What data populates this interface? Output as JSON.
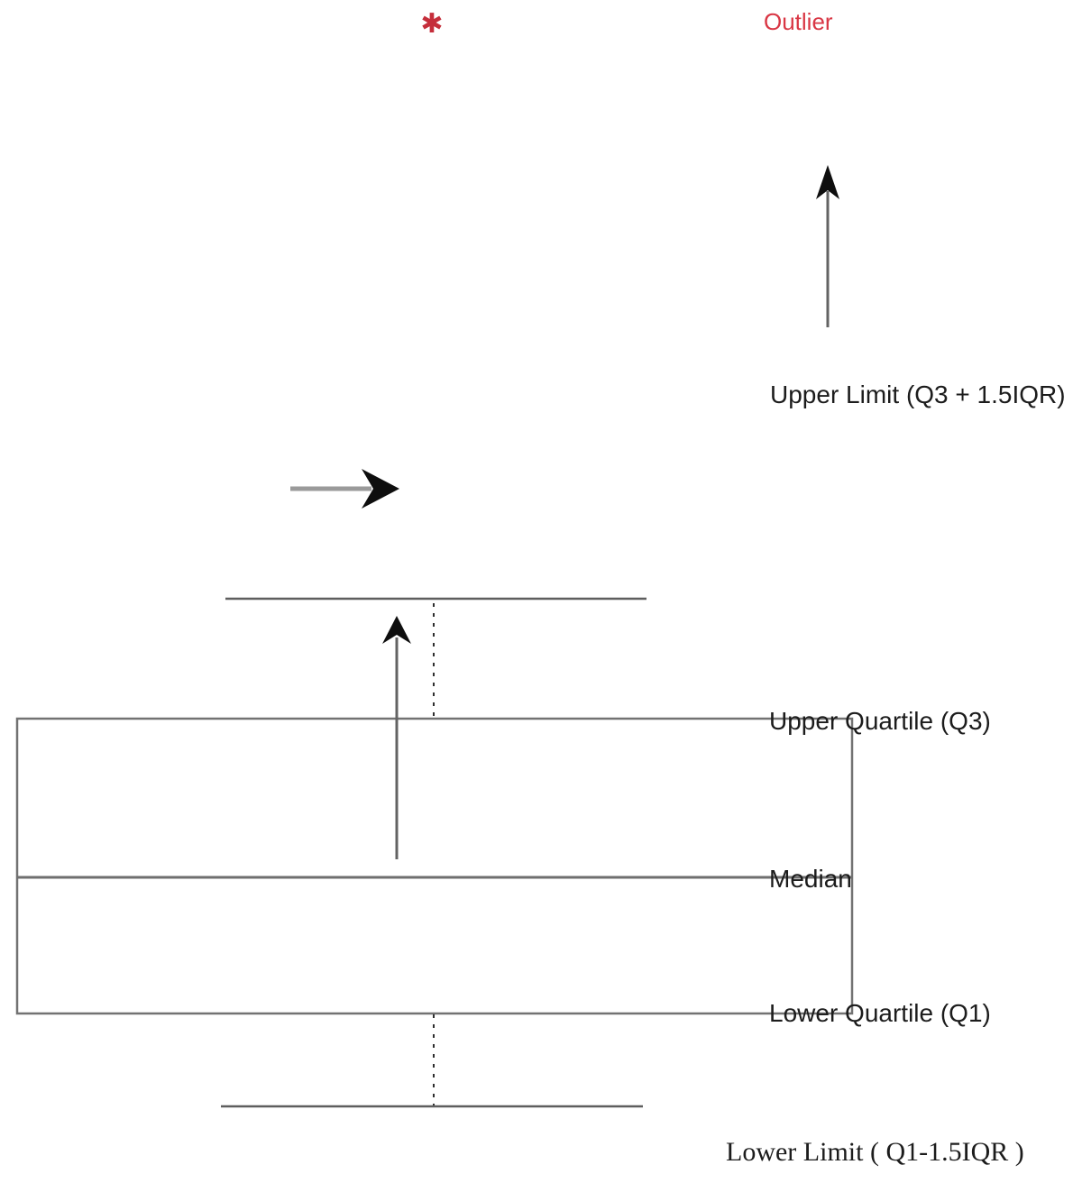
{
  "figure": {
    "type": "boxplot-anatomy-diagram",
    "background": "#ffffff",
    "outlier": {
      "marker": "✱",
      "label": "Outlier",
      "color": "#d93644"
    },
    "labels": {
      "upper_limit": "Upper Limit (Q3 + 1.5IQR)",
      "upper_quartile": "Upper Quartile (Q3)",
      "median": "Median",
      "lower_quartile": "Lower Quartile (Q1)",
      "lower_limit": "Lower Limit ( Q1-1.5IQR )"
    },
    "colors": {
      "box_line": "#727272",
      "whisker_line": "#5e5e5e",
      "median_line": "#6f6f6f",
      "dashed_line": "#2e2e2e",
      "arrow_shaft": "#636363",
      "arrow_head": "#0e0e0e",
      "text": "#1c1c1c",
      "red": "#d93644"
    }
  }
}
